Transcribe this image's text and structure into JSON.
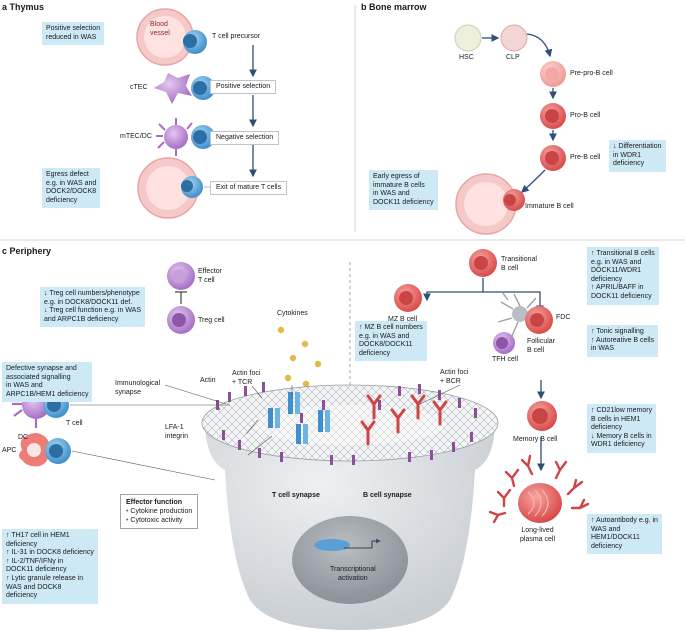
{
  "panels": {
    "thymus": {
      "letter": "a",
      "title": "Thymus",
      "box_positive": "Positive selection\nreduced in WAS",
      "blood_vessel": "Blood\nvessel",
      "t_cell_precursor": "T cell precursor",
      "ctec": "cTEC",
      "positive_selection": "Positive selection",
      "mtec_dc": "mTEC/DC",
      "negative_selection": "Negative selection",
      "box_egress": "Egress defect\ne.g. in WAS and\nDOCK2/DOCK8\ndeficiency",
      "exit_mature": "Exit of mature T cells"
    },
    "bone_marrow": {
      "letter": "b",
      "title": "Bone marrow",
      "hsc": "HSC",
      "clp": "CLP",
      "pre_pro_b": "Pre-pro-B cell",
      "pro_b": "Pro-B cell",
      "pre_b": "Pre-B cell",
      "box_differentiation": "↓ Differentiation\nin WDR1\ndeficiency",
      "box_early_egress": "Early egress of\nimmature B cells\nin WAS and\nDOCK11 deficiency",
      "immature_b": "Immature B cell"
    },
    "periphery": {
      "letter": "c",
      "title": "Periphery",
      "effector_t": "Effector\nT cell",
      "treg": "Treg cell",
      "box_treg": "↓ Treg cell numbers/phenotype\ne.g. in DOCK8/DOCK11 def.\n↓ Treg cell function e.g. in WAS\nand ARPC1B deficiency",
      "cytokines": "Cytokines",
      "box_synapse": "Defective synapse and\nassociated signalling\nin WAS and\nARPC1B/HEM1 deficiency",
      "immunological_synapse": "Immunological\nsynapse",
      "actin": "Actin",
      "actin_foci_tcr": "Actin foci\n+ TCR",
      "actin_foci_bcr": "Actin foci\n+ BCR",
      "dc": "DC",
      "t_cell": "T cell",
      "lfa1": "LFA-1\nintegrin",
      "apc": "APC",
      "effector_function_title": "Effector function",
      "effector_items": [
        "Cytokine production",
        "Cytotoxic activity"
      ],
      "t_cell_synapse": "T cell synapse",
      "b_cell_synapse": "B cell synapse",
      "transcriptional": "Transcriptional\nactivation",
      "box_th17": "↑ TH17 cell in HEM1\ndeficiency\n↑ IL-31 in DOCK8 deficiency\n↑ IL-2/TNF/IFNγ in\nDOCK11 deficiency\n↑ Lytic granule release in\nWAS and DOCK8\ndeficiency",
      "transitional_b": "Transitional\nB cell",
      "mz_b": "MZ B cell",
      "fdc": "FDC",
      "tfh": "TFH cell",
      "follicular_b": "Follicular\nB cell",
      "box_mz": "↑ MZ B cell numbers\ne.g. in WAS and\nDOCK8/DOCK11\ndeficiency",
      "box_transitional": "↑ Transitional B cells\ne.g. in WAS and\nDOCK11/WDR1\ndeficiency\n↑ APRIL/BAFF in\nDOCK11 deficiency",
      "box_tonic": "↑ Tonic signalling\n↑ Autoreative B cells\nin WAS",
      "box_cd21": "↑ CD21low memory\nB cells in HEM1\ndeficiency\n↓ Memory B cells in\nWDR1 deficiency",
      "memory_b": "Memory B cell",
      "box_autoantibody": "↑ Autoantibody e.g. in\nWAS and\nHEM1/DOCK11\ndeficiency",
      "plasma_cell": "Long-lived\nplasma cell"
    }
  },
  "colors": {
    "light_blue_box": "#cde9f5",
    "t_cell_blue": "#4a9fd8",
    "b_cell_red": "#e05a5a",
    "vessel_pink": "#f6c9c9",
    "dc_purple": "#a774c4",
    "arrow_navy": "#2f4e78"
  }
}
